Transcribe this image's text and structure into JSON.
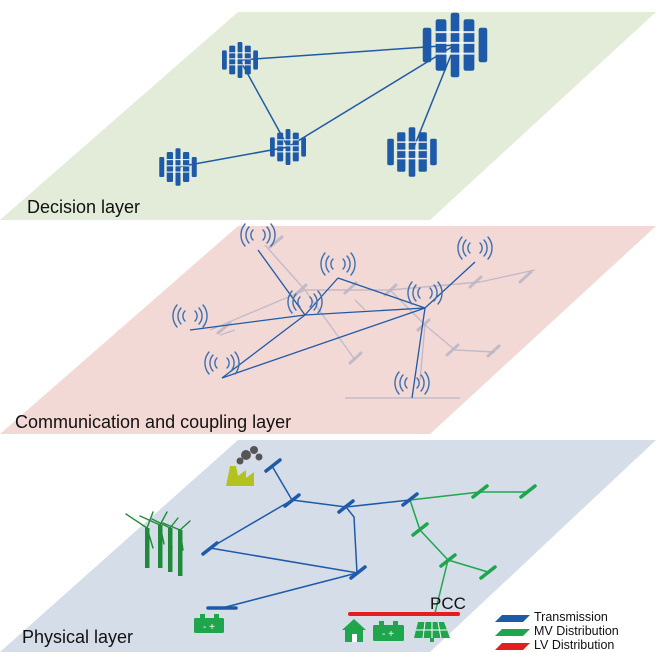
{
  "layers": {
    "decision": {
      "label": "Decision layer"
    },
    "communication": {
      "label": "Communication and coupling layer"
    },
    "physical": {
      "label": "Physical layer"
    }
  },
  "pcc_label": "PCC",
  "legend": [
    {
      "label": "Transmission",
      "color": "#1f5aa8"
    },
    {
      "label": "MV Distribution",
      "color": "#1fa64d"
    },
    {
      "label": "LV Distribution",
      "color": "#e41e1e"
    }
  ],
  "colors": {
    "decision_plane": "#e3ebd9",
    "communication_plane": "#f2d9d6",
    "physical_plane": "#d5dde9",
    "server": "#1f5aa8",
    "antenna": "#3d6fb0",
    "transmission": "#1f5aa8",
    "mv": "#1fa64d",
    "lv": "#e41e1e",
    "plant": "#b4c21f",
    "plant_smoke": "#555555",
    "wind": "#1f8a3a",
    "device": "#1fa64d"
  },
  "icons": [
    "server-icon",
    "antenna-icon",
    "power-plant-icon",
    "wind-turbine-icon",
    "battery-icon",
    "house-icon",
    "solar-panel-icon"
  ]
}
